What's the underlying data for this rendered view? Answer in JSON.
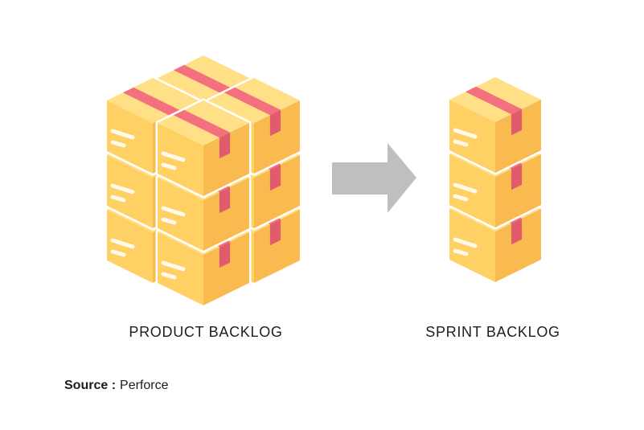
{
  "diagram": {
    "arrow": {
      "name": "flow-arrow",
      "direction": "right"
    },
    "stacks": [
      {
        "id": "product-backlog",
        "label": "PRODUCT BACKLOG",
        "columns": [
          [
            0,
            0
          ],
          [
            0,
            1
          ],
          [
            1,
            0
          ],
          [
            1,
            1
          ]
        ],
        "boxes_per_column": 3,
        "total_boxes": 12
      },
      {
        "id": "sprint-backlog",
        "label": "SPRINT BACKLOG",
        "columns": [
          [
            0,
            0
          ]
        ],
        "boxes_per_column": 3,
        "total_boxes": 3
      }
    ]
  },
  "source": {
    "label": "Source :",
    "value": "Perforce"
  },
  "colors": {
    "background": "#FFFFFF",
    "box_top": "#FFE087",
    "box_left": "#FFD064",
    "box_right": "#F9BA50",
    "tape_top": "#F4707E",
    "tape_side": "#E05B6C",
    "box_marking": "#FFF9EC",
    "box_gap": "#FFFFFF",
    "arrow": "#BFBFBF",
    "text": "#1E1E1E"
  }
}
